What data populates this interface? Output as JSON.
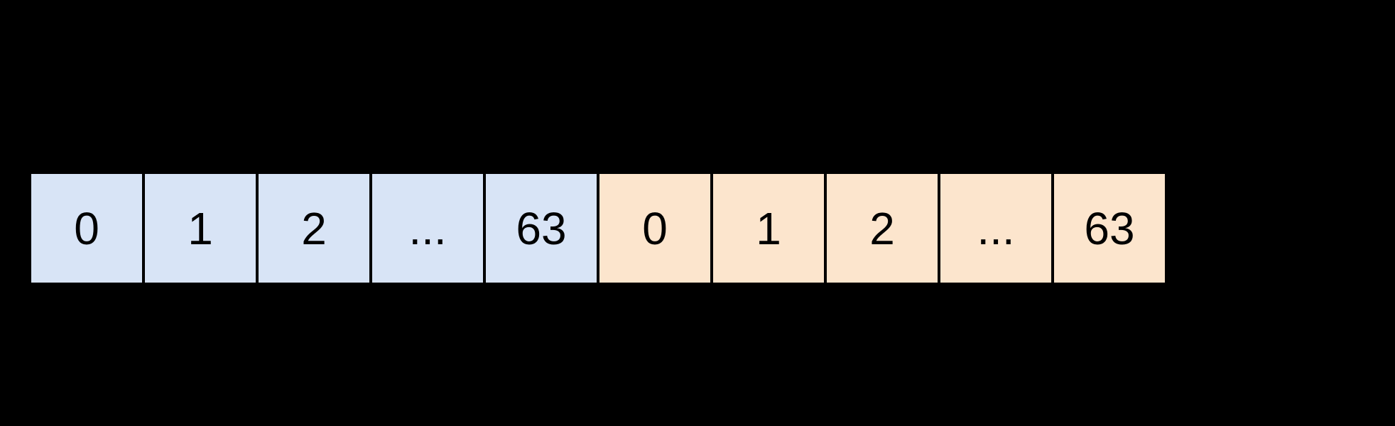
{
  "colors": {
    "background": "#000000",
    "cell_blue_fill": "#d8e4f6",
    "cell_orange_fill": "#fce5cd",
    "separator": "#000000",
    "text": "#000000"
  },
  "arrays": [
    {
      "name": "left-array",
      "fill": "#d8e4f6",
      "cells": [
        "0",
        "1",
        "2",
        "...",
        "63"
      ]
    },
    {
      "name": "right-array",
      "fill": "#fce5cd",
      "cells": [
        "0",
        "1",
        "2",
        "...",
        "63"
      ]
    }
  ]
}
